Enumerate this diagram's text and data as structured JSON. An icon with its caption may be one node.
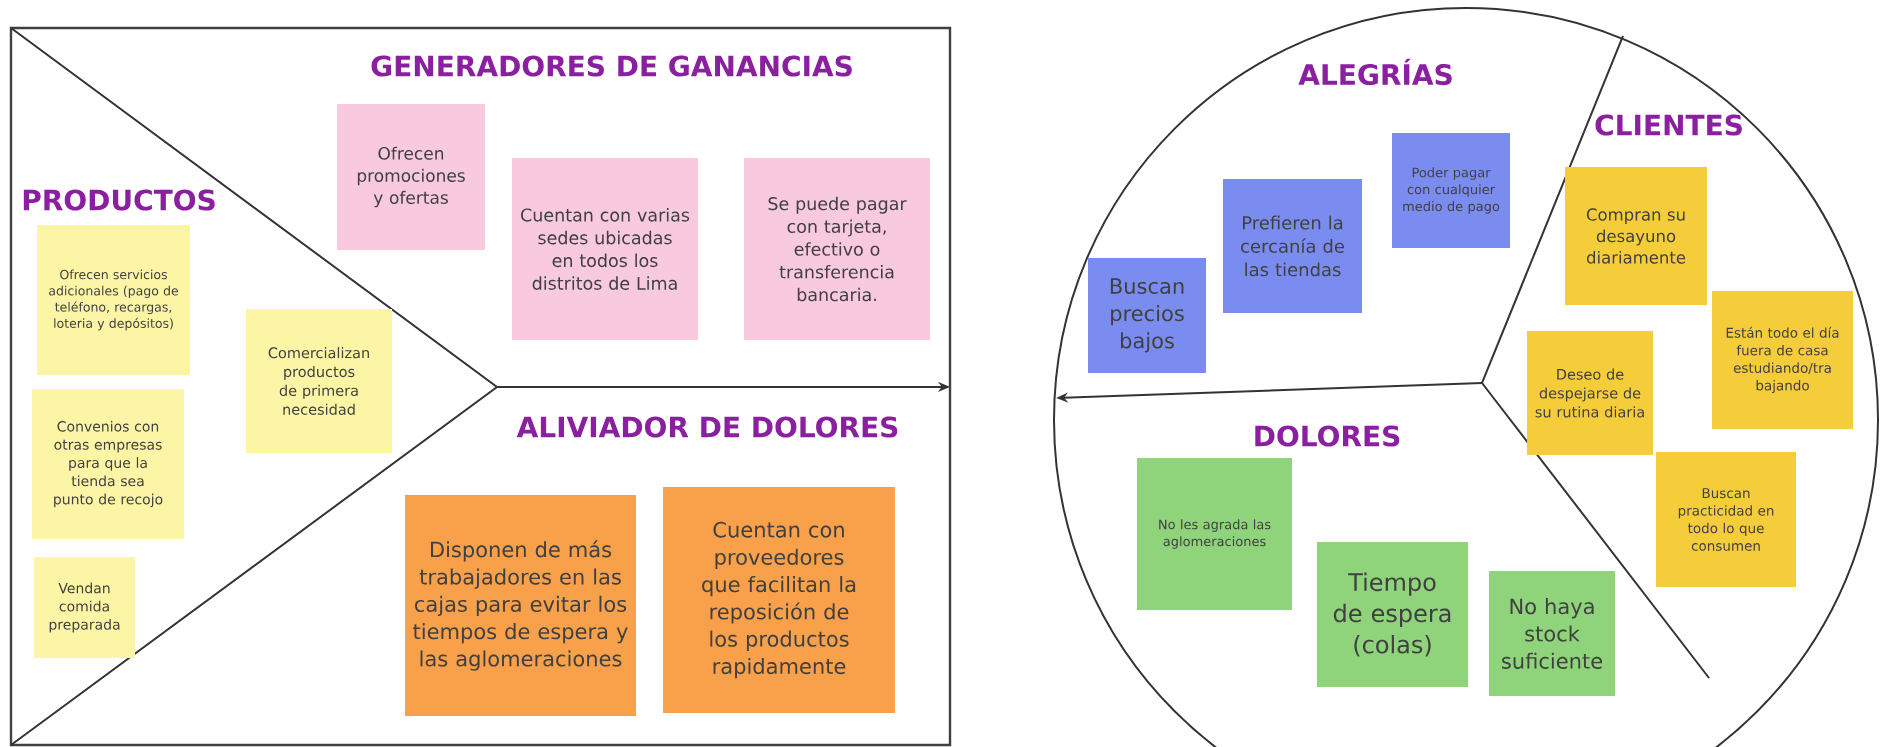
{
  "diagram": {
    "nodes": [
      {
        "text": [
          "Ofrecen servicios adicionales (pago de teléfono, recargas, loteria y depósitos)"
        ]
      },
      {
        "text": [
          "Convenios con otras empresas para que la tienda sea punto de recojo"
        ]
      },
      {
        "text": [
          "Vendan comida preparada"
        ]
      },
      {
        "text": [
          "Comercializan productos de primera necesidad"
        ]
      },
      {
        "text": [
          "Ofrecen promociones y ofertas"
        ]
      },
      {
        "text": [
          "Cuentan con varias sedes ubicadas en todos los distritos de Lima"
        ]
      },
      {
        "text": [
          "Se puede pagar con tarjeta, efectivo o transferencia bancaria."
        ]
      },
      {
        "text": [
          "Disponen de más trabajadores en las cajas para evitar los tiempos de espera y las aglomeraciones"
        ]
      },
      {
        "text": [
          "Cuentan con proveedores que facilitan la reposición de los productos rapidamente"
        ]
      },
      {
        "text": [
          "Buscan precios bajos"
        ]
      },
      {
        "text": [
          "Prefieren la cercanía de las tiendas"
        ]
      },
      {
        "text": [
          "Poder pagar con cualquier medio de pago"
        ]
      },
      {
        "text": [
          "Compran su desayuno diariamente"
        ]
      },
      {
        "text": [
          "Están todo el día fuera de casa estudiando/tra bajando"
        ]
      },
      {
        "text": [
          "Deseo de despejarse de su rutina diaria"
        ]
      },
      {
        "text": [
          "Buscan practicidad en todo lo que consumen"
        ]
      },
      {
        "text": [
          "No les agrada las aglomeraciones"
        ]
      },
      {
        "text": [
          "Tiempo de espera (colas)"
        ]
      },
      {
        "text": [
          "No haya stock suficiente"
        ]
      }
    ],
    "labels": [
      "GENERADORES DE GANANCIAS",
      "PRODUCTOS",
      "ALIVIADOR DE DOLORES",
      "ALEGRÍAS",
      "CLIENTES",
      "DOLORES"
    ]
  }
}
